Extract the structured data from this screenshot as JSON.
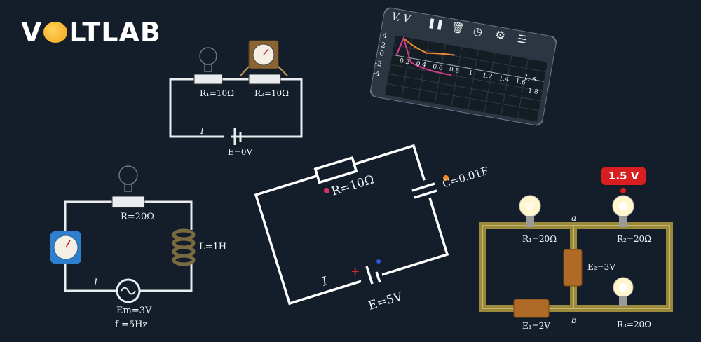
{
  "brand": {
    "logo_pre": "V",
    "logo_post": "LTLAB"
  },
  "circuit1": {
    "r1": "R₁=10Ω",
    "r2": "R₂=10Ω",
    "current": "I",
    "emf": "E=0V"
  },
  "circuit2": {
    "r": "R=20Ω",
    "inductor": "L=1H",
    "current": "I",
    "emf": "Em=3V",
    "freq": "f =5Hz"
  },
  "circuit3": {
    "r": "R=10Ω",
    "c": "C=0.01F",
    "current": "I",
    "emf": "E=5V"
  },
  "circuit4": {
    "r1": "R₁=20Ω",
    "r2": "R₂=20Ω",
    "r3": "R₃=20Ω",
    "e1": "E₁=2V",
    "e2": "E₂=3V",
    "node_a": "a",
    "node_b": "b",
    "voltage_badge": "1.5 V"
  },
  "graph": {
    "ylabel": "V, V",
    "xlabel": "t, s",
    "yticks": [
      "4",
      "2",
      "0",
      "-2",
      "-4"
    ],
    "xticks": [
      "0.2",
      "0.4",
      "0.6",
      "0.8",
      "1",
      "1.2",
      "1.4",
      "1.6",
      "1.8"
    ],
    "toolbar_icons": [
      "pause-icon",
      "trash-icon",
      "clock-icon",
      "gear-icon",
      "layers-icon"
    ],
    "colors": {
      "series_orange": "#f08a2a",
      "series_pink": "#d23a8c",
      "panel": "#2b3642"
    }
  }
}
